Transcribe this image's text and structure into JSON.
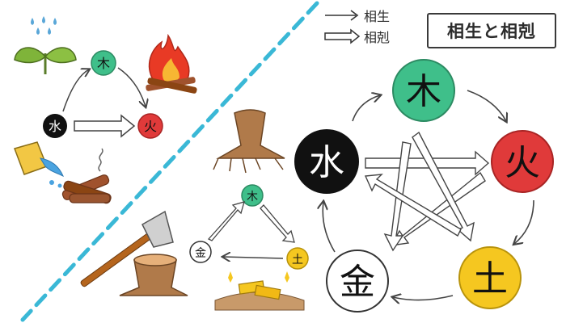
{
  "title": "相生と相剋",
  "legend": {
    "sousei": "相生",
    "soukoku": "相剋"
  },
  "elements": {
    "wood": "木",
    "fire": "火",
    "earth": "土",
    "metal": "金",
    "water": "水"
  },
  "colors": {
    "wood": "#3fbf8a",
    "fire": "#e03a3a",
    "earth": "#f5c720",
    "metal": "#ffffff",
    "water": "#111111",
    "divider": "#3ab8d6"
  }
}
